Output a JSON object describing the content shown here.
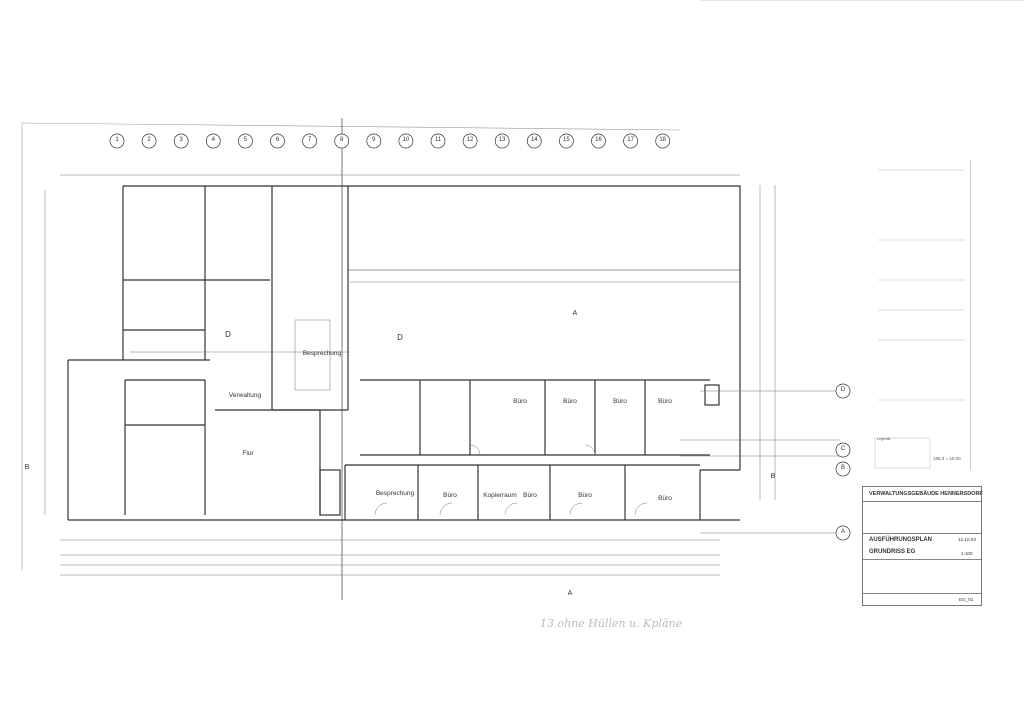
{
  "grid_axes": [
    "1",
    "2",
    "3",
    "4",
    "5",
    "6",
    "7",
    "8",
    "9",
    "10",
    "11",
    "12",
    "13",
    "14",
    "15",
    "16",
    "17",
    "18"
  ],
  "grid_rows": [
    "D",
    "C",
    "B",
    "A"
  ],
  "section_marks": {
    "left": "B",
    "right": "B",
    "top": "A",
    "bottom": "A"
  },
  "rooms": [
    {
      "name": "Besprechung"
    },
    {
      "name": "Verwaltung"
    },
    {
      "name": "Flur"
    },
    {
      "name": "Besprechung"
    },
    {
      "name": "Büro"
    },
    {
      "name": "Kopierraum"
    },
    {
      "name": "Büro"
    },
    {
      "name": "Büro"
    },
    {
      "name": "Büro"
    },
    {
      "name": "Büro"
    },
    {
      "name": "Büro"
    },
    {
      "name": "Büro"
    },
    {
      "name": "Büro"
    }
  ],
  "zone_labels": [
    "D",
    "D"
  ],
  "legend": {
    "title": "Legende",
    "elevation": "185,3 = ±0,00"
  },
  "title_block": {
    "project": "VERWALTUNGSGEBÄUDE HENNERSDORF",
    "plan_type": "AUSFÜHRUNGSPLAN",
    "plan_name": "GRUNDRISS EG",
    "scale": "1:100",
    "date": "12.10.03",
    "plan_number": "EG_01"
  },
  "handwritten_note": "13 ohne Hüllen u. Kpläne"
}
